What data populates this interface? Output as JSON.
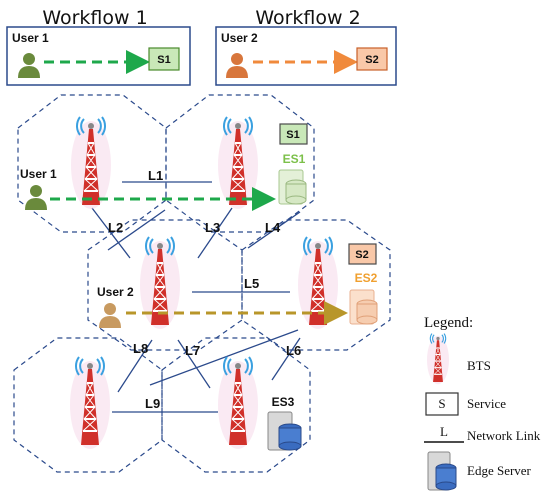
{
  "workflows": [
    {
      "title": "Workflow 1",
      "user": "User 1",
      "service": "S1",
      "color": "#1ea84b",
      "service_fill": "#c9e8b8",
      "service_stroke": "#4a8a2c"
    },
    {
      "title": "Workflow 2",
      "user": "User 2",
      "service": "S2",
      "color": "#f08a3c",
      "service_fill": "#f9c8a8",
      "service_stroke": "#c8602a"
    }
  ],
  "network": {
    "users": [
      "User 1",
      "User 2"
    ],
    "services": [
      "S1",
      "S2"
    ],
    "edge_servers": [
      "ES1",
      "ES2",
      "ES3"
    ],
    "links": [
      "L1",
      "L2",
      "L3",
      "L4",
      "L5",
      "L6",
      "L7",
      "L8",
      "L9"
    ]
  },
  "legend": {
    "title": "Legend:",
    "bts": "BTS",
    "service_symbol": "S",
    "service": "Service",
    "link_symbol": "L",
    "network_link": "Network Link",
    "edge_server": "Edge Server"
  },
  "colors": {
    "hex_border": "#2b4a8c",
    "link_line": "#2b4a8c",
    "flow1": "#1ea84b",
    "flow2": "#b8962a",
    "es1_label": "#7cc04a",
    "es2_label": "#f0a030",
    "es3_label": "#111111",
    "tower_red": "#d0302a"
  }
}
